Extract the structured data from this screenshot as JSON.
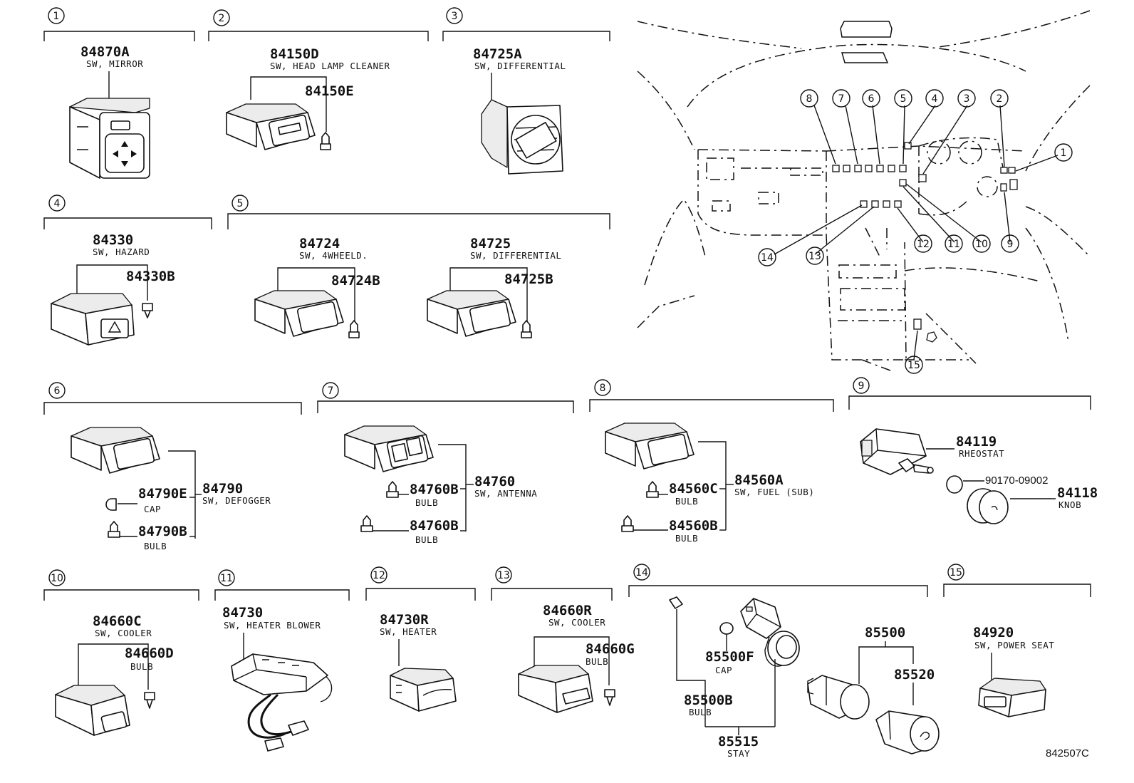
{
  "diagram_id": "842507C",
  "sections": [
    {
      "num": "1",
      "parts": [
        {
          "no": "84870A",
          "desc": "SW, MIRROR"
        }
      ]
    },
    {
      "num": "2",
      "parts": [
        {
          "no": "84150D",
          "desc": "SW, HEAD LAMP CLEANER"
        },
        {
          "no": "84150E",
          "desc": ""
        }
      ]
    },
    {
      "num": "3",
      "parts": [
        {
          "no": "84725A",
          "desc": "SW, DIFFERENTIAL"
        }
      ]
    },
    {
      "num": "4",
      "parts": [
        {
          "no": "84330",
          "desc": "SW, HAZARD"
        },
        {
          "no": "84330B",
          "desc": ""
        }
      ]
    },
    {
      "num": "5",
      "parts": [
        {
          "no": "84724",
          "desc": "SW, 4WHEELD."
        },
        {
          "no": "84724B",
          "desc": ""
        },
        {
          "no": "84725",
          "desc": "SW, DIFFERENTIAL"
        },
        {
          "no": "84725B",
          "desc": ""
        }
      ]
    },
    {
      "num": "6",
      "parts": [
        {
          "no": "84790",
          "desc": "SW, DEFOGGER"
        },
        {
          "no": "84790E",
          "desc": "CAP"
        },
        {
          "no": "84790B",
          "desc": "BULB"
        }
      ]
    },
    {
      "num": "7",
      "parts": [
        {
          "no": "84760",
          "desc": "SW, ANTENNA"
        },
        {
          "no": "84760B",
          "desc": "BULB"
        },
        {
          "no": "84760B",
          "desc": "BULB"
        }
      ]
    },
    {
      "num": "8",
      "parts": [
        {
          "no": "84560A",
          "desc": "SW, FUEL (SUB)"
        },
        {
          "no": "84560C",
          "desc": "BULB"
        },
        {
          "no": "84560B",
          "desc": "BULB"
        }
      ]
    },
    {
      "num": "9",
      "parts": [
        {
          "no": "84119",
          "desc": "RHEOSTAT"
        },
        {
          "no": "90170-09002",
          "desc": ""
        },
        {
          "no": "84118",
          "desc": "KNOB"
        }
      ]
    },
    {
      "num": "10",
      "parts": [
        {
          "no": "84660C",
          "desc": "SW, COOLER"
        },
        {
          "no": "84660D",
          "desc": "BULB"
        }
      ]
    },
    {
      "num": "11",
      "parts": [
        {
          "no": "84730",
          "desc": "SW, HEATER BLOWER"
        }
      ]
    },
    {
      "num": "12",
      "parts": [
        {
          "no": "84730R",
          "desc": "SW, HEATER"
        }
      ]
    },
    {
      "num": "13",
      "parts": [
        {
          "no": "84660R",
          "desc": "SW, COOLER"
        },
        {
          "no": "84660G",
          "desc": "BULB"
        }
      ]
    },
    {
      "num": "14",
      "parts": [
        {
          "no": "85500F",
          "desc": "CAP"
        },
        {
          "no": "85500B",
          "desc": "BULB"
        },
        {
          "no": "85515",
          "desc": "STAY"
        },
        {
          "no": "85500",
          "desc": ""
        },
        {
          "no": "85520",
          "desc": ""
        }
      ]
    },
    {
      "num": "15",
      "parts": [
        {
          "no": "84920",
          "desc": "SW, POWER SEAT"
        }
      ]
    }
  ],
  "dashboard_callouts": [
    "8",
    "7",
    "6",
    "5",
    "4",
    "3",
    "2",
    "1",
    "14",
    "13",
    "12",
    "11",
    "10",
    "9",
    "15"
  ]
}
